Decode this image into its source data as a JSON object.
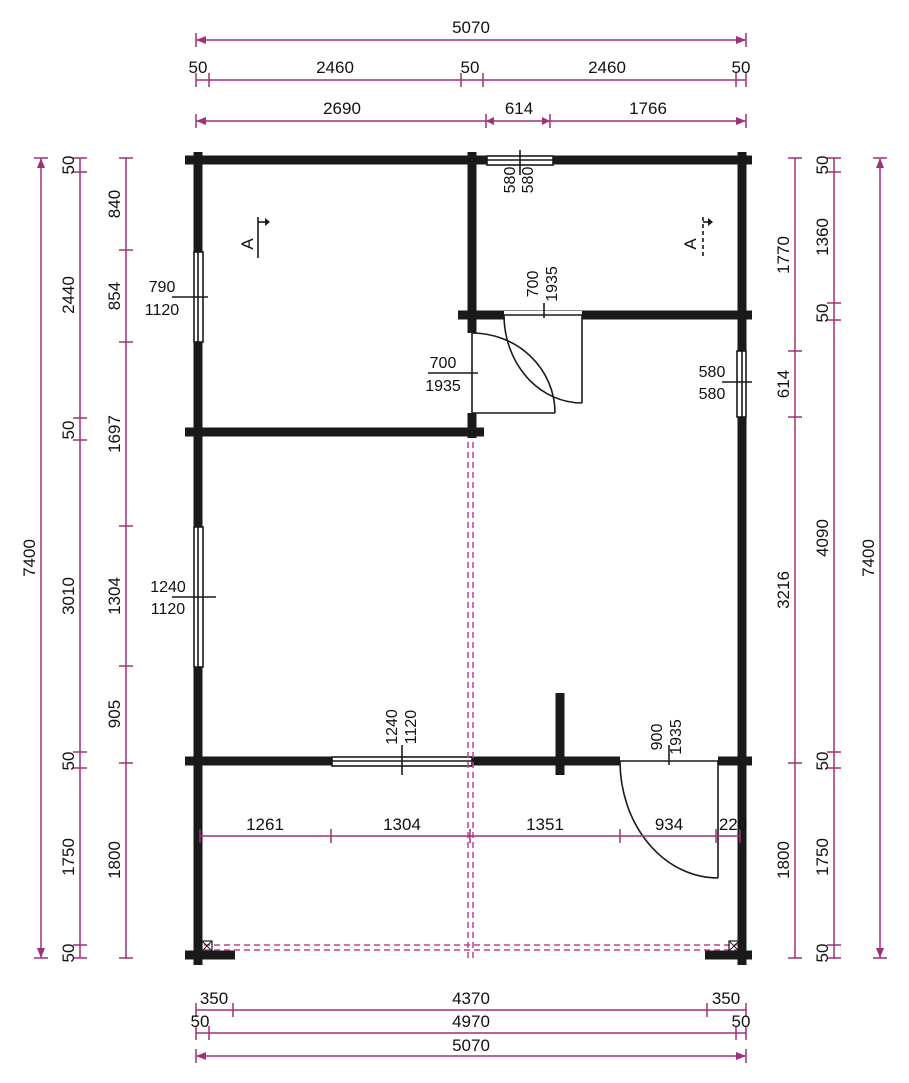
{
  "colors": {
    "wall": "#1a1a1a",
    "dimension": "#a0307a",
    "dashed": "#c04090"
  },
  "top": {
    "total": "5070",
    "row2": [
      "50",
      "2460",
      "50",
      "2460",
      "50"
    ],
    "row3": [
      "2690",
      "614",
      "1766"
    ]
  },
  "left_outer": {
    "total": "7400",
    "segments": [
      "50",
      "2440",
      "50",
      "3010",
      "50",
      "1750",
      "50"
    ]
  },
  "left_inner": {
    "segments": [
      "840",
      "854",
      "1697",
      "1304",
      "905",
      "1800"
    ]
  },
  "right_inner": {
    "segments": [
      "1770",
      "614",
      "3216",
      "1800"
    ]
  },
  "right_outer": {
    "total": "7400",
    "segments": [
      "50",
      "1360",
      "50",
      "4090",
      "50",
      "1750",
      "50"
    ]
  },
  "bottom": {
    "row1": [
      "350",
      "4370",
      "350"
    ],
    "row2": [
      "50",
      "4970",
      "50"
    ],
    "total": "5070"
  },
  "interior_dims": [
    "1261",
    "1304",
    "1351",
    "934",
    "220"
  ],
  "openings": {
    "win_top": [
      "580",
      "580"
    ],
    "win_left_upper": [
      "790",
      "1120"
    ],
    "win_left_lower": [
      "1240",
      "1120"
    ],
    "win_right": [
      "580",
      "580"
    ],
    "win_mid": [
      "1240",
      "1120"
    ],
    "door_room_top": [
      "700",
      "1935"
    ],
    "door_room_side": [
      "700",
      "1935"
    ],
    "door_front": [
      "900",
      "1935"
    ]
  },
  "section_marks": [
    "A",
    "A"
  ]
}
